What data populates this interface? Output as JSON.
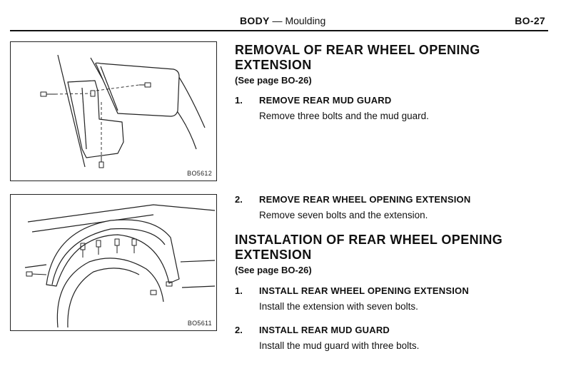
{
  "header": {
    "section": "BODY",
    "dash": "—",
    "subsection": "Moulding",
    "page": "BO-27"
  },
  "figures": [
    {
      "code": "BO5612"
    },
    {
      "code": "BO5611"
    }
  ],
  "removal": {
    "title": "REMOVAL OF REAR WHEEL OPENING EXTENSION",
    "see_page": "(See page BO-26)",
    "steps": [
      {
        "num": "1.",
        "heading": "REMOVE REAR MUD GUARD",
        "body": "Remove three bolts and the mud guard."
      },
      {
        "num": "2.",
        "heading": "REMOVE REAR WHEEL OPENING EXTENSION",
        "body": "Remove seven bolts and the extension."
      }
    ]
  },
  "installation": {
    "title": "INSTALATION OF REAR WHEEL OPENING EXTENSION",
    "see_page": "(See page BO-26)",
    "steps": [
      {
        "num": "1.",
        "heading": "INSTALL REAR WHEEL OPENING EXTENSION",
        "body": "Install the extension with seven bolts."
      },
      {
        "num": "2.",
        "heading": "INSTALL REAR MUD GUARD",
        "body": "Install the mud guard with three bolts."
      }
    ]
  }
}
